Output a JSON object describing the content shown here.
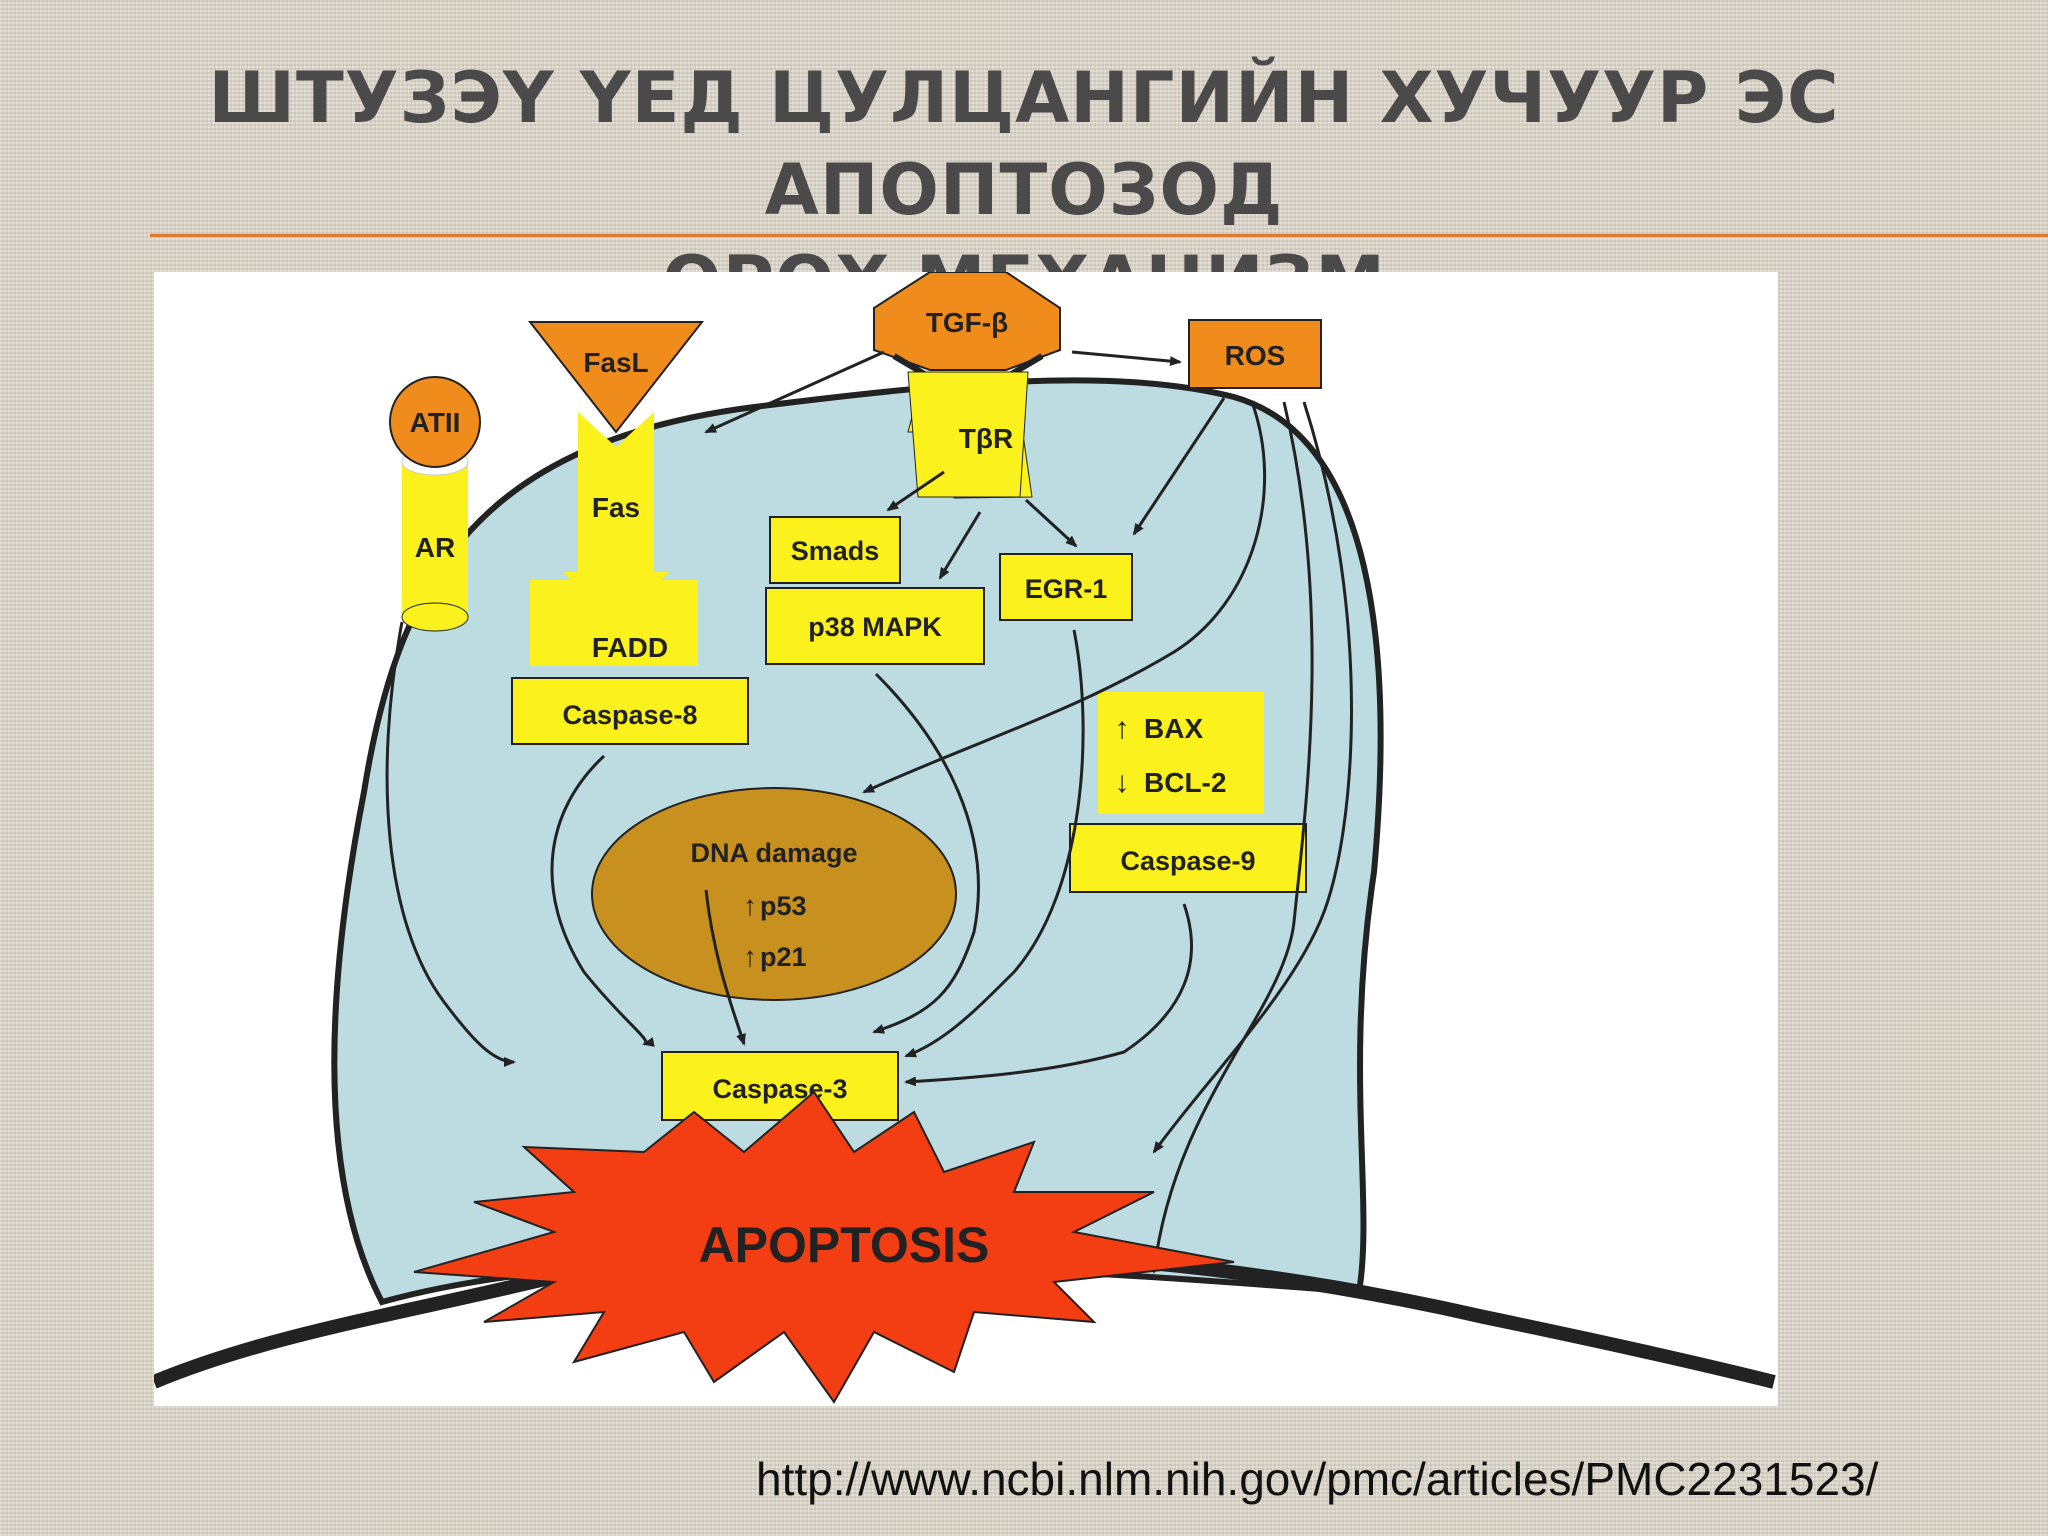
{
  "slide": {
    "title_line1": "ШТУЗЭҮ ҮЕД ЦУЛЦАНГИЙН ХУЧУУР ЭС АПОПТОЗОД",
    "title_line2": "ОРОХ МЕХАНИЗМ",
    "source_url": "http://www.ncbi.nlm.nih.gov/pmc/articles/PMC2231523/"
  },
  "diagram": {
    "tgf_beta": "TGF-β",
    "ros": "ROS",
    "fasl": "FasL",
    "atii": "ATII",
    "ar": "AR",
    "fas": "Fas",
    "tbr": "TβR",
    "smads": "Smads",
    "egr1": "EGR-1",
    "p38_mapk": "p38 MAPK",
    "fadd": "FADD",
    "caspase8": "Caspase-8",
    "bax": "BAX",
    "bcl2": "BCL-2",
    "caspase9": "Caspase-9",
    "dna_damage": "DNA damage",
    "p53": "p53",
    "p21": "p21",
    "caspase3": "Caspase-3",
    "apoptosis": "APOPTOSIS",
    "colors": {
      "cell": "#bcdce2",
      "orange": "#f08c1c",
      "yellow": "#fbf11c",
      "nucleus": "#c8901e",
      "burst": "#f23e12"
    }
  }
}
